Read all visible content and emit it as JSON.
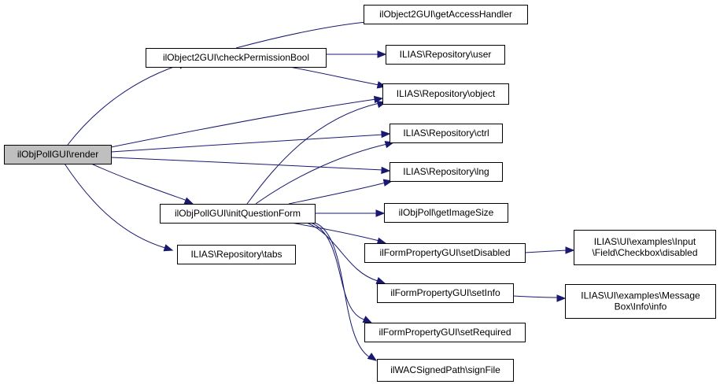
{
  "graph": {
    "type": "call-graph",
    "edge_color": "#191970",
    "root_fill": "#bfbfbf",
    "nodes": [
      {
        "id": "render",
        "label": [
          "ilObjPollGUI\\render"
        ],
        "root": true
      },
      {
        "id": "checkPermissionBool",
        "label": [
          "ilObject2GUI\\checkPermissionBool"
        ]
      },
      {
        "id": "initQuestionForm",
        "label": [
          "ilObjPollGUI\\initQuestionForm"
        ]
      },
      {
        "id": "tabs",
        "label": [
          "ILIAS\\Repository\\tabs"
        ]
      },
      {
        "id": "getAccessHandler",
        "label": [
          "ilObject2GUI\\getAccessHandler"
        ]
      },
      {
        "id": "user",
        "label": [
          "ILIAS\\Repository\\user"
        ]
      },
      {
        "id": "object",
        "label": [
          "ILIAS\\Repository\\object"
        ]
      },
      {
        "id": "ctrl",
        "label": [
          "ILIAS\\Repository\\ctrl"
        ]
      },
      {
        "id": "lng",
        "label": [
          "ILIAS\\Repository\\lng"
        ]
      },
      {
        "id": "getImageSize",
        "label": [
          "ilObjPoll\\getImageSize"
        ]
      },
      {
        "id": "setDisabled",
        "label": [
          "ilFormPropertyGUI\\setDisabled"
        ]
      },
      {
        "id": "setInfo",
        "label": [
          "ilFormPropertyGUI\\setInfo"
        ]
      },
      {
        "id": "setRequired",
        "label": [
          "ilFormPropertyGUI\\setRequired"
        ]
      },
      {
        "id": "signFile",
        "label": [
          "ilWACSignedPath\\signFile"
        ]
      },
      {
        "id": "checkboxDisabled",
        "label": [
          "ILIAS\\UI\\examples\\Input",
          "\\Field\\Checkbox\\disabled"
        ]
      },
      {
        "id": "messageInfo",
        "label": [
          "ILIAS\\UI\\examples\\Message",
          "Box\\Info\\info"
        ]
      }
    ],
    "edges": [
      {
        "from": "render",
        "to": "checkPermissionBool"
      },
      {
        "from": "render",
        "to": "object"
      },
      {
        "from": "render",
        "to": "ctrl"
      },
      {
        "from": "render",
        "to": "lng"
      },
      {
        "from": "render",
        "to": "initQuestionForm"
      },
      {
        "from": "render",
        "to": "tabs"
      },
      {
        "from": "checkPermissionBool",
        "to": "getAccessHandler"
      },
      {
        "from": "checkPermissionBool",
        "to": "user"
      },
      {
        "from": "checkPermissionBool",
        "to": "object"
      },
      {
        "from": "initQuestionForm",
        "to": "object"
      },
      {
        "from": "initQuestionForm",
        "to": "ctrl"
      },
      {
        "from": "initQuestionForm",
        "to": "lng"
      },
      {
        "from": "initQuestionForm",
        "to": "getImageSize"
      },
      {
        "from": "initQuestionForm",
        "to": "setDisabled"
      },
      {
        "from": "initQuestionForm",
        "to": "setInfo"
      },
      {
        "from": "initQuestionForm",
        "to": "setRequired"
      },
      {
        "from": "initQuestionForm",
        "to": "signFile"
      },
      {
        "from": "setDisabled",
        "to": "checkboxDisabled"
      },
      {
        "from": "setInfo",
        "to": "messageInfo"
      }
    ]
  }
}
